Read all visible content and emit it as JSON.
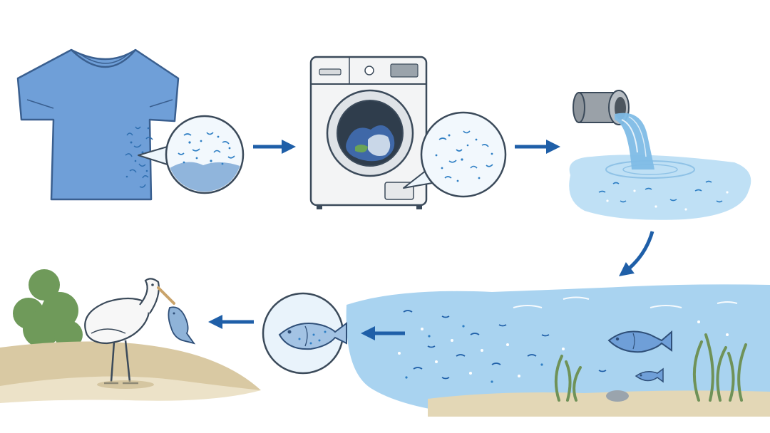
{
  "diagram": {
    "flow": [
      "shirt-shedding-fibers",
      "washing-machine",
      "drain-pipe-outflow",
      "ocean",
      "fish-with-microplastics",
      "bird-eating-fish"
    ],
    "palette": {
      "shirt": "#6f9fd8",
      "shirt_stroke": "#3a5f8f",
      "arrow": "#1f5fa8",
      "water_light": "#cfe6f7",
      "water": "#a9d3f0",
      "microplastic": "#2f7fc4",
      "sand": "#d9c9a3",
      "bush": "#6f9a5a",
      "seaweed": "#6f9258",
      "pipe": "#8d949b",
      "outline": "#3b4a5a"
    },
    "icons": [
      "t-shirt-icon",
      "magnifier-microfiber-icon",
      "washing-machine-icon",
      "pipe-icon",
      "water-pool-icon",
      "ocean-icon",
      "fish-icon",
      "heron-icon",
      "bush-icon",
      "seaweed-icon"
    ]
  }
}
